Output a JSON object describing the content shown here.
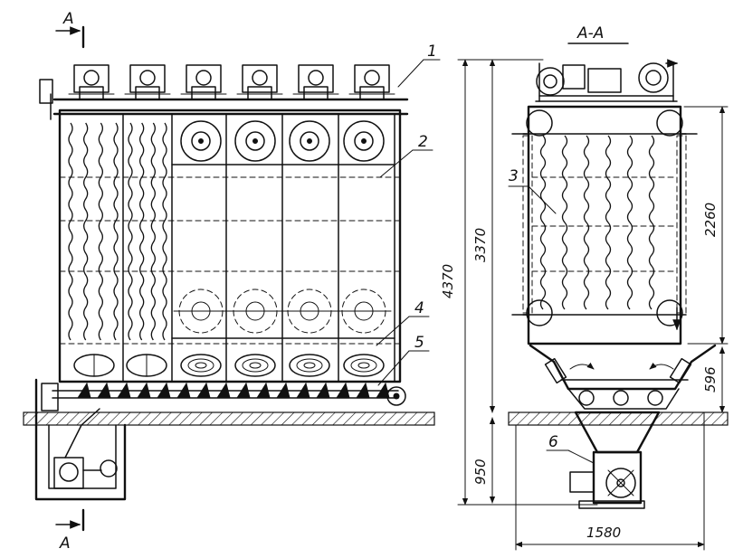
{
  "section_marks": {
    "top_left": "A",
    "bottom_left": "A",
    "section_title": "A-A"
  },
  "callouts": [
    "1",
    "2",
    "3",
    "4",
    "5",
    "6"
  ],
  "dimensions": {
    "overall_height": "4370",
    "upper_height": "3370",
    "column_height": "2260",
    "hopper_height": "596",
    "below_floor": "950",
    "base_width": "1580"
  }
}
